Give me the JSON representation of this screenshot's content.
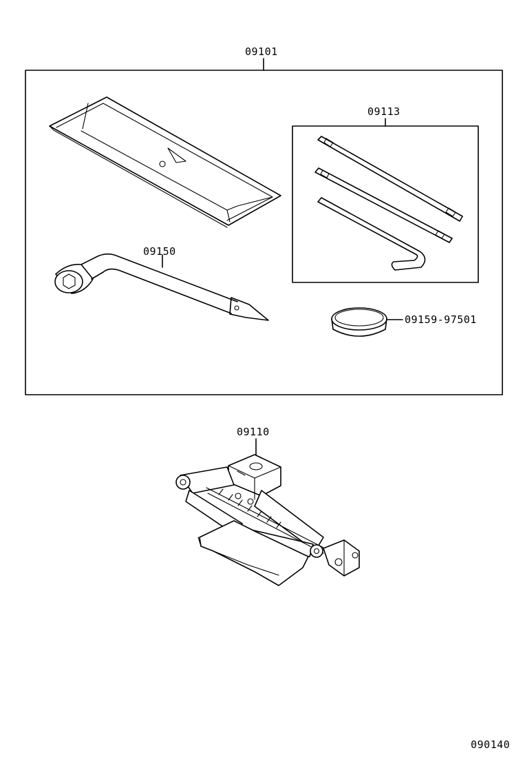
{
  "callouts": {
    "tool_kit": "09101",
    "jack_handle_bars": "09113",
    "wheel_wrench": "09150",
    "band": "09159-97501",
    "jack": "09110",
    "illustration_number": "090140"
  }
}
